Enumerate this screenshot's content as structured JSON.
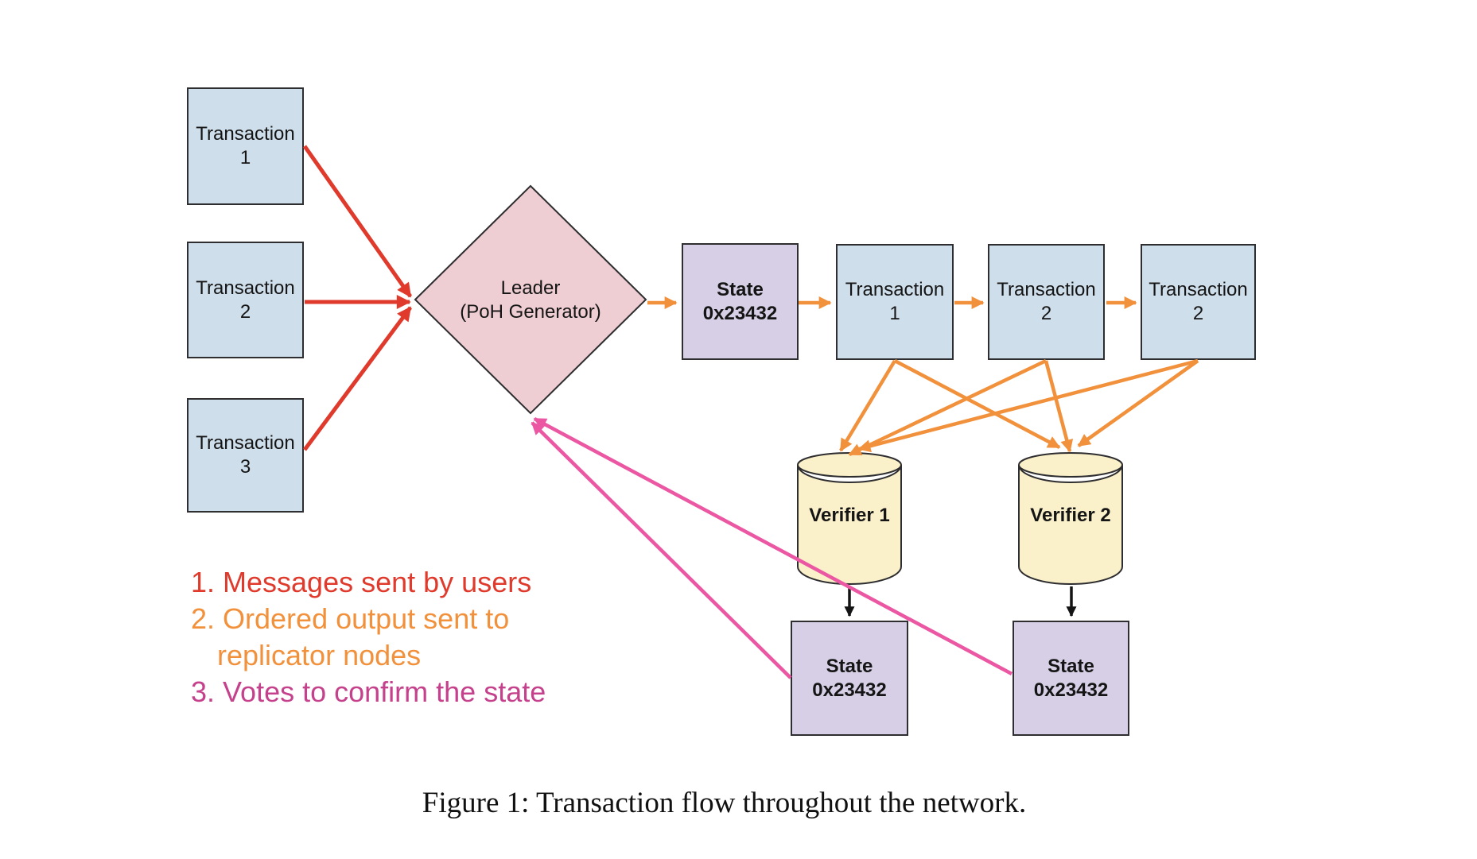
{
  "nodes": {
    "tx1": "Transaction\n1",
    "tx2": "Transaction\n2",
    "tx3": "Transaction\n3",
    "leader": "Leader\n(PoH Generator)",
    "state_top": "State\n0x23432",
    "chain_tx1": "Transaction\n1",
    "chain_tx2": "Transaction\n2",
    "chain_tx3": "Transaction\n2",
    "verifier1": "Verifier 1",
    "verifier2": "Verifier 2",
    "state_v1": "State\n0x23432",
    "state_v2": "State\n0x23432"
  },
  "legend": {
    "items": [
      {
        "label": "1. Messages sent by users"
      },
      {
        "label": "2. Ordered output sent to\nreplicator nodes"
      },
      {
        "label": "3. Votes to confirm the state"
      }
    ]
  },
  "caption": "Figure 1: Transaction flow throughout the network.",
  "colors": {
    "user-red": "#df3a2b",
    "ordered-orange": "#f2913c",
    "vote-magenta": "#c5418c",
    "arrow-pink": "#eb57a2",
    "box-blue": "#cfdeeb",
    "box-purple": "#d6cfe5",
    "diamond-pink": "#eeced3",
    "cylinder-cream": "#faf0c9",
    "stroke-dark": "#2e2e31"
  }
}
